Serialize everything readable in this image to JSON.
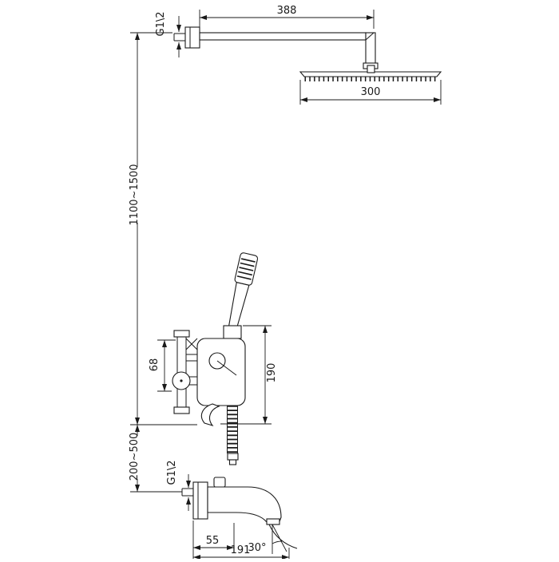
{
  "meta": {
    "title": "Shower system installation technical drawing",
    "drawing_type": "line diagram with dimensions"
  },
  "style": {
    "line_color": "#1a1a1a",
    "background": "#ffffff"
  },
  "labels": {
    "dim_arm_length": "388",
    "dim_head_width": "300",
    "thread_top": "G1\\2",
    "dim_install_height": "1100~1500",
    "dim_mixer_offset": "68",
    "dim_mixer_height": "190",
    "dim_spout_height": "200~500",
    "thread_bottom": "G1\\2",
    "dim_spout_offset": "55",
    "dim_spout_angle": "30°",
    "dim_spout_length": "191"
  }
}
